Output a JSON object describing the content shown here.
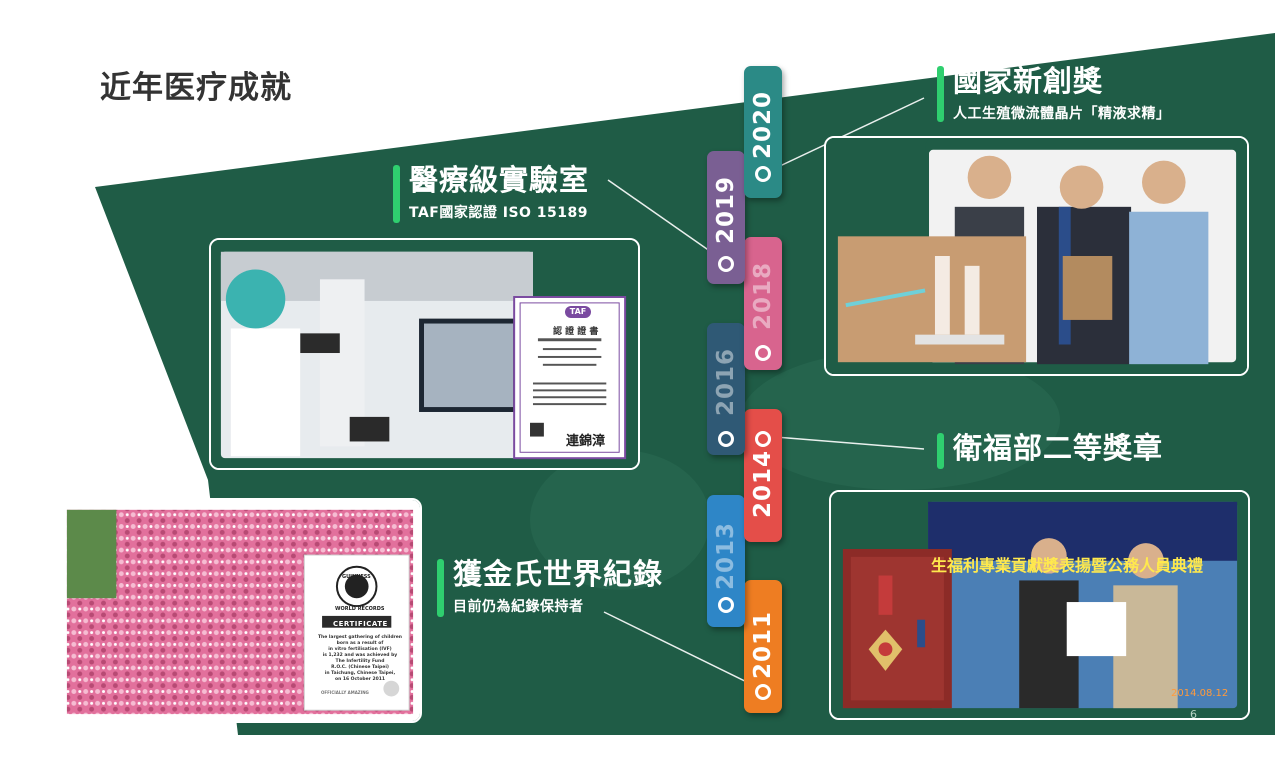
{
  "page_title": "近年医疗成就",
  "awards": {
    "innovation": {
      "title": "國家新創獎",
      "subtitle": "人工生殖微流體晶片「精液求精」"
    },
    "lab": {
      "title": "醫療級實驗室",
      "subtitle": "TAF國家認證 ISO 15189"
    },
    "medal": {
      "title": "衛福部二等獎章"
    },
    "guinness": {
      "title": "獲金氏世界紀錄",
      "subtitle": "目前仍為紀錄保持者"
    }
  },
  "timeline": {
    "years": [
      {
        "label": "2020",
        "color": "#2b8a86"
      },
      {
        "label": "2019",
        "color": "#7a5f93"
      },
      {
        "label": "2018",
        "color": "#d8648e"
      },
      {
        "label": "2016",
        "color": "#2f5975"
      },
      {
        "label": "2014",
        "color": "#e44e49"
      },
      {
        "label": "2013",
        "color": "#2e86c7"
      },
      {
        "label": "2011",
        "color": "#ee7d22"
      }
    ]
  },
  "certificate": {
    "logo": "TAF",
    "title": "認 證 證 書",
    "signature": "連錦漳"
  },
  "guinness_cert": {
    "logo_top": "GUINNESS",
    "logo_bottom": "WORLD RECORDS",
    "heading": "CERTIFICATE",
    "body": [
      "The largest gathering of children",
      "born as a result of",
      "in vitro fertilisation (IVF)",
      "is 1,232 and was achieved by",
      "The Infertility Fund",
      "R.O.C. (Chinese Taipei)",
      "in Taichung, Chinese Taipei,",
      "on 16 October 2011"
    ],
    "footer": "OFFICIALLY AMAZING"
  },
  "ceremony_banner": "生福利專業貢獻獎表揚暨公務人員典禮",
  "photo_date": "2014.08.12",
  "page_number": "6",
  "colors": {
    "background_green": "#1f5c46",
    "accent_green": "#2fcf6f",
    "title_text": "#333333"
  }
}
